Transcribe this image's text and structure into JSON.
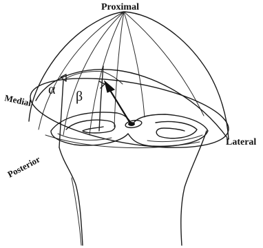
{
  "labels": {
    "proximal": "Proximal",
    "medial": "Medial",
    "lateral": "Lateral",
    "posterior": "Posterior",
    "alpha": "α",
    "beta": "β"
  },
  "colors": {
    "ink": "#111111",
    "background": "#ffffff"
  }
}
